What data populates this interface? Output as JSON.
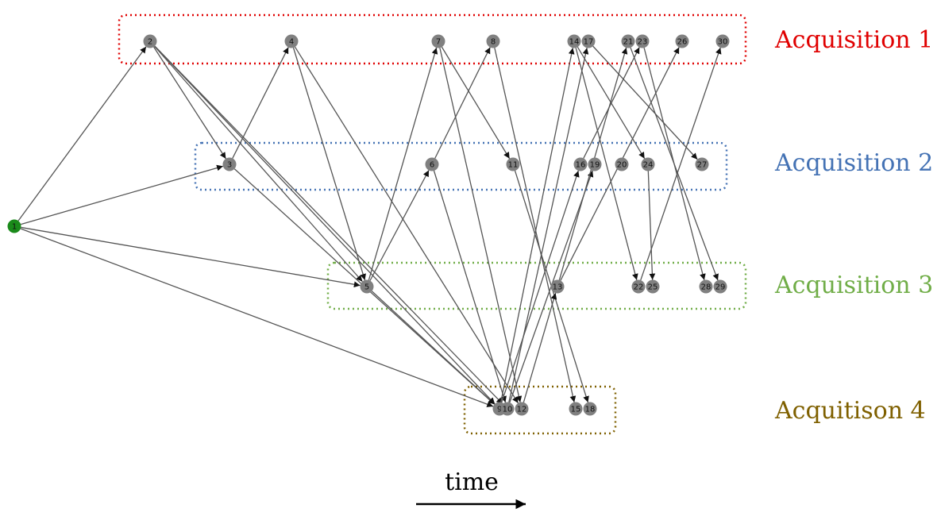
{
  "groups": [
    {
      "label": "Acquisition 1",
      "color": "#e00000"
    },
    {
      "label": "Acquisition 2",
      "color": "#4472b4"
    },
    {
      "label": "Acquisition 3",
      "color": "#70ad47"
    },
    {
      "label": "Acquitison 4",
      "color": "#7f6000"
    }
  ],
  "nodes": [
    {
      "id": "1",
      "group": 0,
      "root": true
    },
    {
      "id": "2",
      "group": 1
    },
    {
      "id": "4",
      "group": 1
    },
    {
      "id": "7",
      "group": 1
    },
    {
      "id": "8",
      "group": 1
    },
    {
      "id": "14",
      "group": 1
    },
    {
      "id": "17",
      "group": 1
    },
    {
      "id": "21",
      "group": 1
    },
    {
      "id": "23",
      "group": 1
    },
    {
      "id": "26",
      "group": 1
    },
    {
      "id": "30",
      "group": 1
    },
    {
      "id": "3",
      "group": 2
    },
    {
      "id": "6",
      "group": 2
    },
    {
      "id": "11",
      "group": 2
    },
    {
      "id": "16",
      "group": 2
    },
    {
      "id": "19",
      "group": 2
    },
    {
      "id": "20",
      "group": 2
    },
    {
      "id": "24",
      "group": 2
    },
    {
      "id": "27",
      "group": 2
    },
    {
      "id": "5",
      "group": 3
    },
    {
      "id": "13",
      "group": 3
    },
    {
      "id": "22",
      "group": 3
    },
    {
      "id": "25",
      "group": 3
    },
    {
      "id": "28",
      "group": 3
    },
    {
      "id": "29",
      "group": 3
    },
    {
      "id": "9",
      "group": 4
    },
    {
      "id": "10",
      "group": 4
    },
    {
      "id": "12",
      "group": 4
    },
    {
      "id": "15",
      "group": 4
    },
    {
      "id": "18",
      "group": 4
    }
  ],
  "edges": [
    [
      "1",
      "2"
    ],
    [
      "1",
      "3"
    ],
    [
      "1",
      "5"
    ],
    [
      "1",
      "9"
    ],
    [
      "2",
      "3"
    ],
    [
      "2",
      "5"
    ],
    [
      "2",
      "9"
    ],
    [
      "2",
      "10"
    ],
    [
      "3",
      "4"
    ],
    [
      "3",
      "9"
    ],
    [
      "4",
      "5"
    ],
    [
      "4",
      "12"
    ],
    [
      "5",
      "6"
    ],
    [
      "5",
      "7"
    ],
    [
      "5",
      "9"
    ],
    [
      "6",
      "8"
    ],
    [
      "6",
      "10"
    ],
    [
      "7",
      "11"
    ],
    [
      "7",
      "12"
    ],
    [
      "8",
      "15"
    ],
    [
      "11",
      "18"
    ],
    [
      "9",
      "14"
    ],
    [
      "9",
      "16"
    ],
    [
      "10",
      "17"
    ],
    [
      "10",
      "19"
    ],
    [
      "12",
      "13"
    ],
    [
      "13",
      "21"
    ],
    [
      "13",
      "26"
    ],
    [
      "14",
      "22"
    ],
    [
      "14",
      "24"
    ],
    [
      "17",
      "27"
    ],
    [
      "16",
      "23"
    ],
    [
      "23",
      "28"
    ],
    [
      "21",
      "29"
    ],
    [
      "24",
      "25"
    ],
    [
      "22",
      "30"
    ]
  ],
  "node_color": "#808080",
  "root_color": "#1a8a1a",
  "edge_color": "#555555",
  "time_label": "time"
}
